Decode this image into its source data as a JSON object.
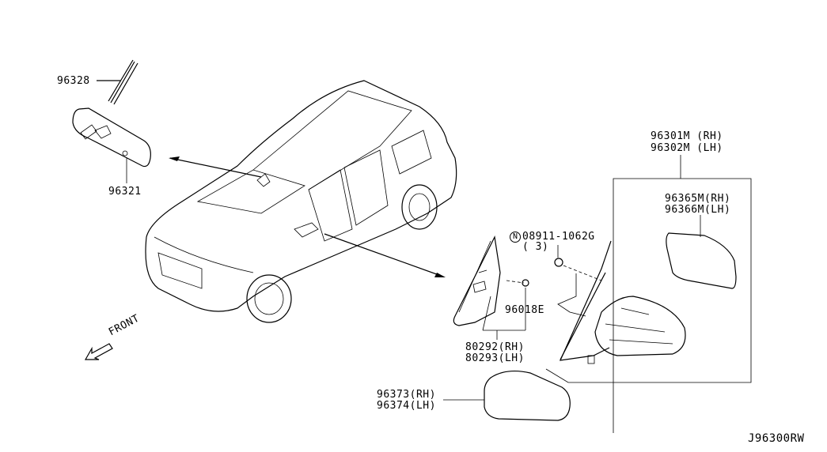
{
  "diagram_id": "J96300RW",
  "front_label": "FRONT",
  "parts": {
    "inner_mirror_wire": "96328",
    "inner_mirror": "96321",
    "door_mirror_assy": [
      "96301M (RH)",
      "96302M (LH)"
    ],
    "mirror_glass": [
      "96365M(RH)",
      "96366M(LH)"
    ],
    "nut": "08911-1062G",
    "nut_marker": "N",
    "nut_qty": "( 3)",
    "grommet": "96018E",
    "finisher": [
      "80292(RH)",
      "80293(LH)"
    ],
    "mirror_cover": [
      "96373(RH)",
      "96374(LH)"
    ]
  },
  "colors": {
    "line": "#000000",
    "background": "#ffffff"
  }
}
